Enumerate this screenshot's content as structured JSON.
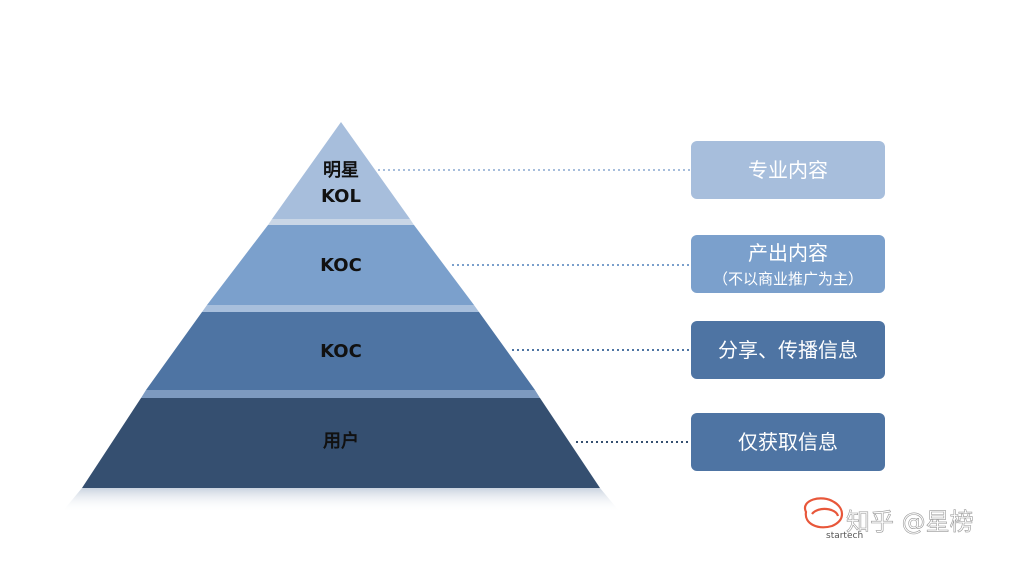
{
  "pyramid": {
    "tiers": [
      {
        "label_lines": [
          "明星",
          "KOL"
        ],
        "color": "#a7bedc"
      },
      {
        "label_lines": [
          "KOC"
        ],
        "color": "#7ba0cc"
      },
      {
        "label_lines": [
          "KOC"
        ],
        "color": "#4e74a3"
      },
      {
        "label_lines": [
          "用户"
        ],
        "color": "#354f70"
      }
    ]
  },
  "boxes": [
    {
      "lines": [
        "专业内容"
      ],
      "color": "#a7bedc",
      "connector_color": "#a7bedc"
    },
    {
      "lines": [
        "产出内容",
        "（不以商业推广为主）"
      ],
      "color": "#7ba0cc",
      "connector_color": "#7ba0cc"
    },
    {
      "lines": [
        "分享、传播信息"
      ],
      "color": "#4e74a3",
      "connector_color": "#4e74a3"
    },
    {
      "lines": [
        "仅获取信息"
      ],
      "color": "#4e74a3",
      "connector_color": "#354f70"
    }
  ],
  "watermark": {
    "text": "知乎 @星榜",
    "logo_text": "startech",
    "logo_color": "#e8573a"
  }
}
